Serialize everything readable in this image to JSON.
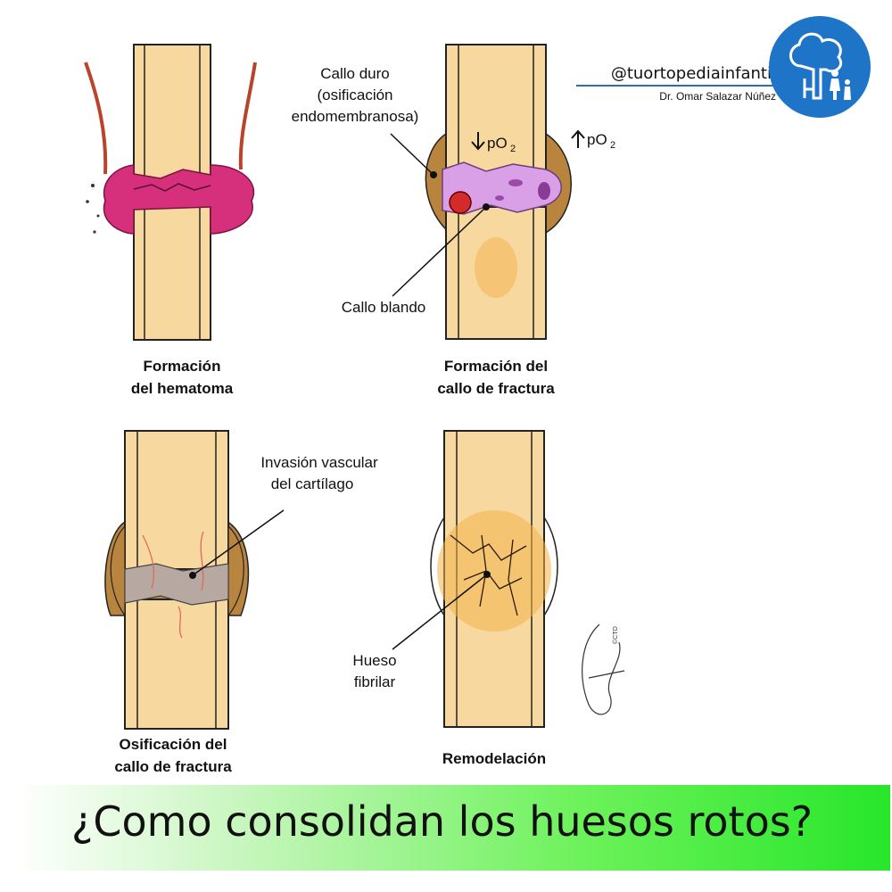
{
  "panels": [
    {
      "caption_line1": "Formación",
      "caption_line2": "del hematoma"
    },
    {
      "caption_line1": "Formación del",
      "caption_line2": "callo de fractura"
    },
    {
      "caption_line1": "Osificación del",
      "caption_line2": "callo de fractura"
    },
    {
      "caption_line1": "Remodelación",
      "caption_line2": ""
    }
  ],
  "labels": {
    "callo_duro_1": "Callo duro",
    "callo_duro_2": "(osificación",
    "callo_duro_3": "endomembranosa)",
    "po2_low": "pO",
    "po2_high": "pO",
    "po2_sub": "2",
    "callo_blando": "Callo blando",
    "invasion_1": "Invasión vascular",
    "invasion_2": "del cartílago",
    "hueso_1": "Hueso",
    "hueso_2": "fibrilar"
  },
  "watermark": "©CTO",
  "brand": {
    "handle": "@tuortopediainfantil",
    "author": "Dr. Omar Salazar Núñez"
  },
  "banner": {
    "title": "¿Como consolidan los huesos rotos?"
  },
  "colors": {
    "bone": "#f7d9a0",
    "bone_outline": "#222222",
    "hematoma": "#d6307c",
    "callus_brown": "#b9853e",
    "soft_callus": "#d9a0e8",
    "banner_green": "#27e62a",
    "logo_blue": "#1e74c6"
  }
}
